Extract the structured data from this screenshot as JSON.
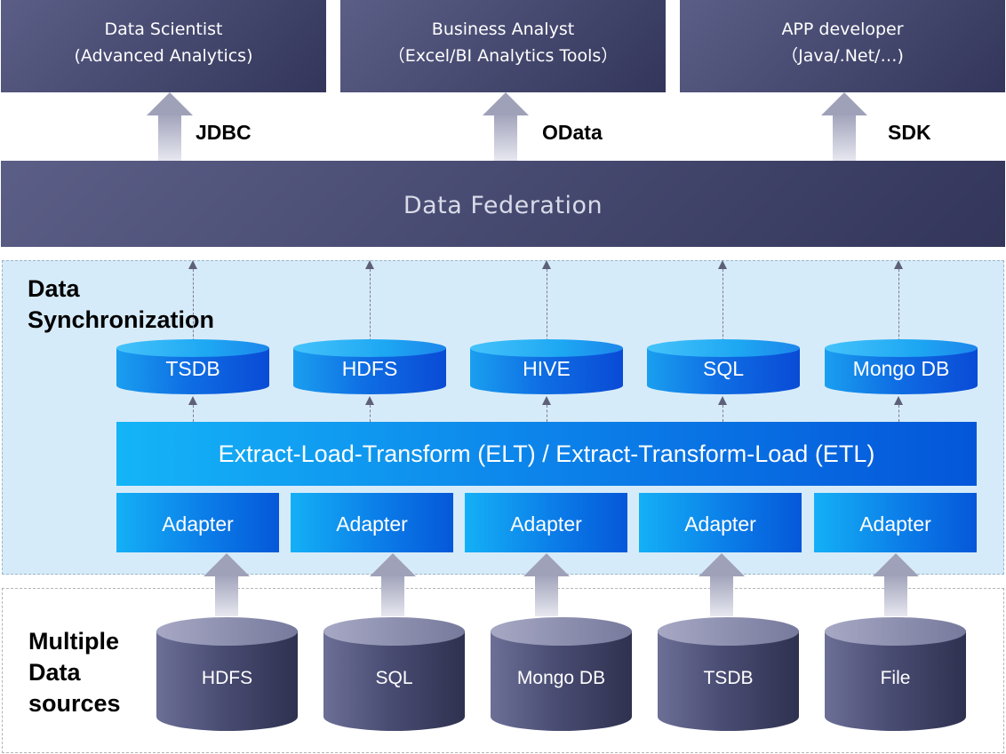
{
  "consumers": [
    {
      "line1": "Data Scientist",
      "line2": "(Advanced Analytics)"
    },
    {
      "line1": "Business Analyst",
      "line2": "（Excel/BI Analytics Tools）"
    },
    {
      "line1": "APP developer",
      "line2": "（Java/.Net/…)"
    }
  ],
  "protocols": [
    "JDBC",
    "OData",
    "SDK"
  ],
  "federation_label": "Data Federation",
  "sync_section": {
    "title_line1": "Data",
    "title_line2": "Synchronization"
  },
  "storage_targets": [
    "TSDB",
    "HDFS",
    "HIVE",
    "SQL",
    "Mongo DB"
  ],
  "etl_label": "Extract-Load-Transform (ELT) / Extract-Transform-Load (ETL)",
  "adapter_label": "Adapter",
  "sources_section": {
    "title_line1": "Multiple",
    "title_line2": "Data",
    "title_line3": "sources"
  },
  "data_sources": [
    "HDFS",
    "SQL",
    "Mongo DB",
    "TSDB",
    "File"
  ],
  "colors": {
    "dark_navy": "#3f4267",
    "blue_accent": "#0c83ea",
    "sync_panel": "#d6ebf9",
    "arrow_grey": "#9fa1b9"
  }
}
